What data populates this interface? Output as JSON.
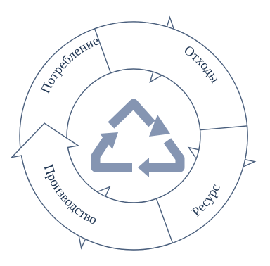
{
  "diagram": {
    "labels": [
      "Потребление",
      "Отходы",
      "Ресурс",
      "Производство"
    ],
    "colors": {
      "outline": "#4a5f7d",
      "fill": "#ffffff",
      "text": "#1f3552",
      "recycle_symbol": "#8595b2"
    },
    "center_icon": "recycle-icon"
  }
}
